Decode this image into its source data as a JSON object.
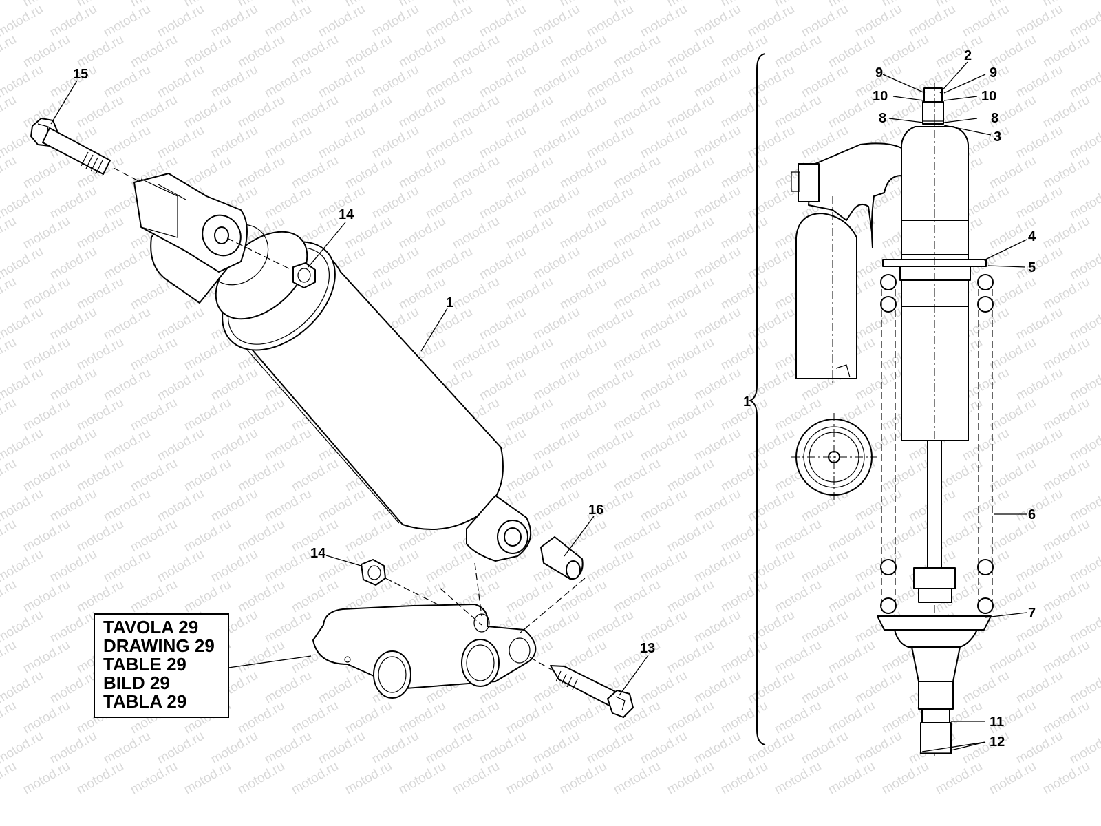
{
  "watermark": "motod.ru",
  "reference_box": {
    "lines": [
      "TAVOLA 29",
      "DRAWING 29",
      "TABLE 29",
      "BILD 29",
      "TABLA 29"
    ]
  },
  "callouts": {
    "c15": "15",
    "c14_top": "14",
    "c1_main": "1",
    "c16": "16",
    "c14_bottom": "14",
    "c13": "13",
    "c1_assembly": "1",
    "c2": "2",
    "c9_left": "9",
    "c9_right": "9",
    "c10_left": "10",
    "c10_right": "10",
    "c8_left": "8",
    "c8_right": "8",
    "c3": "3",
    "c4": "4",
    "c5": "5",
    "c6": "6",
    "c7": "7",
    "c11": "11",
    "c12": "12"
  }
}
